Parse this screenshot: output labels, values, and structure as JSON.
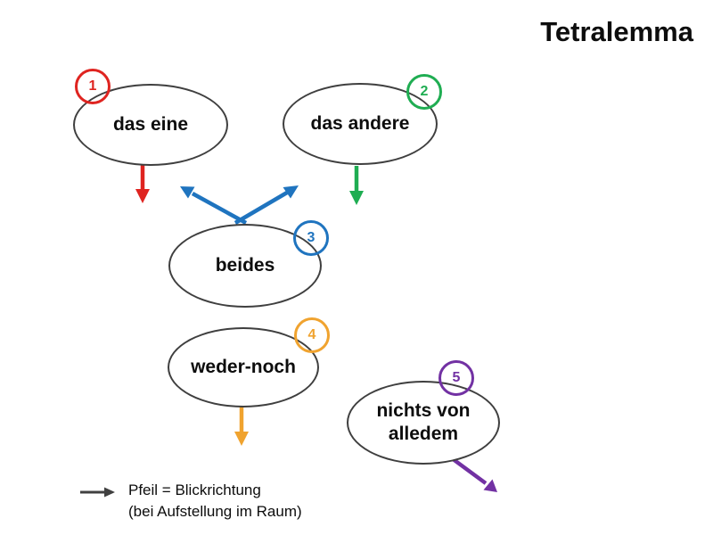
{
  "title": "Tetralemma",
  "colors": {
    "red": "#df2420",
    "green": "#1fad52",
    "blue": "#1f74bf",
    "orange": "#f0a32f",
    "purple": "#7231a3",
    "outline": "#3f3f3f",
    "legend_arrow": "#404040"
  },
  "nodes": [
    {
      "number": "1",
      "label": "das eine"
    },
    {
      "number": "2",
      "label": "das andere"
    },
    {
      "number": "3",
      "label": "beides"
    },
    {
      "number": "4",
      "label": "weder-noch"
    },
    {
      "number": "5",
      "label": "nichts von alledem"
    }
  ],
  "legend": {
    "line1": "Pfeil = Blickrichtung",
    "line2": "(bei Aufstellung im Raum)"
  }
}
